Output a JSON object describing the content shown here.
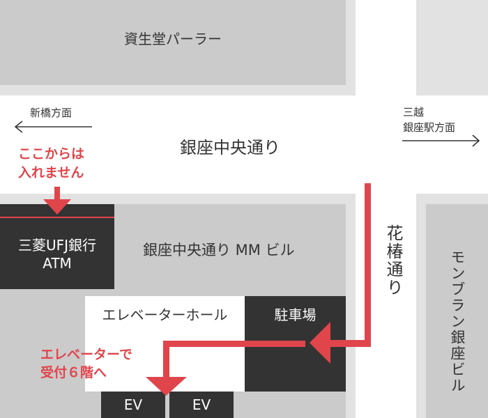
{
  "buildings": {
    "shiseido": "資生堂パーラー",
    "mufg_atm": [
      "三菱UFJ銀行",
      "ATM"
    ],
    "mm_building": "銀座中央通り MM ビル",
    "elevator_hall": "エレベーターホール",
    "parking": "駐車場",
    "ev_left": "EV",
    "ev_right": "EV",
    "monbran": "モンブラン銀座ビル"
  },
  "streets": {
    "ginza_chuo": "銀座中央通り",
    "tsubaki": "花椿通り"
  },
  "directions": {
    "shinbashi": "新橋方面",
    "mitsukoshi": [
      "三越",
      "銀座駅方面"
    ]
  },
  "notes": {
    "no_entry": [
      "ここからは",
      "入れません"
    ],
    "elevator": [
      "エレベーターで",
      "受付６階へ"
    ]
  },
  "colors": {
    "accent_red": "#e0454c",
    "building_dark": "#333333",
    "building_gray": "#cbcbcb",
    "block_gray": "#e2e2e2",
    "road": "#ffffff"
  }
}
